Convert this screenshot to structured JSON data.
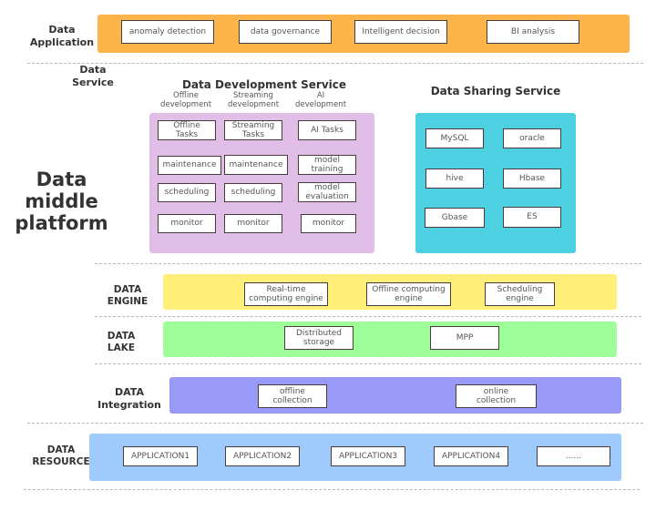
{
  "layers": {
    "application": {
      "label_line1": "Data",
      "label_line2": "Application",
      "color": "#FDB44B",
      "items": [
        "anomaly detection",
        "data governance",
        "Intelligent decision",
        "BI analysis"
      ]
    },
    "service": {
      "label_line1": "Data",
      "label_line2": "Service"
    },
    "platform": {
      "line1": "Data",
      "line2": "middle",
      "line3": "platform"
    },
    "development": {
      "title": "Data Development Service",
      "color": "#E1BEE7",
      "columns": [
        {
          "head_line1": "Offline",
          "head_line2": "development",
          "items": [
            [
              "Offline",
              "Tasks"
            ],
            [
              "maintenance",
              ""
            ],
            [
              "scheduling",
              ""
            ],
            [
              "monitor",
              ""
            ]
          ]
        },
        {
          "head_line1": "Streaming",
          "head_line2": "development",
          "items": [
            [
              "Streaming",
              "Tasks"
            ],
            [
              "maintenance",
              ""
            ],
            [
              "scheduling",
              ""
            ],
            [
              "monitor",
              ""
            ]
          ]
        },
        {
          "head_line1": "AI",
          "head_line2": "development",
          "items": [
            [
              "AI Tasks",
              ""
            ],
            [
              "model",
              "training"
            ],
            [
              "model",
              "evaluation"
            ],
            [
              "monitor",
              ""
            ]
          ]
        }
      ]
    },
    "sharing": {
      "title": "Data Sharing Service",
      "color": "#4DD0E1",
      "items": [
        "MySQL",
        "oracle",
        "hive",
        "Hbase",
        "Gbase",
        "ES"
      ]
    },
    "engine": {
      "label_line1": "DATA",
      "label_line2": "ENGINE",
      "color": "#FFEE77",
      "items": [
        [
          "Real-time",
          "computing engine"
        ],
        [
          "Offline computing",
          "engine"
        ],
        [
          "Scheduling",
          "engine"
        ]
      ]
    },
    "lake": {
      "label_line1": "DATA",
      "label_line2": "LAKE",
      "color": "#9EFF9A",
      "items": [
        [
          "Distributed",
          "storage"
        ],
        [
          "MPP",
          ""
        ]
      ]
    },
    "integration": {
      "label_line1": "DATA",
      "label_line2": "Integration",
      "color": "#9999F7",
      "items": [
        [
          "offline",
          "collection"
        ],
        [
          "online",
          "collection"
        ]
      ]
    },
    "resource": {
      "label_line1": "DATA",
      "label_line2": "RESOURCE",
      "color": "#9ECBFB",
      "items": [
        "APPLICATION1",
        "APPLICATION2",
        "APPLICATION3",
        "APPLICATION4",
        "......"
      ]
    }
  }
}
